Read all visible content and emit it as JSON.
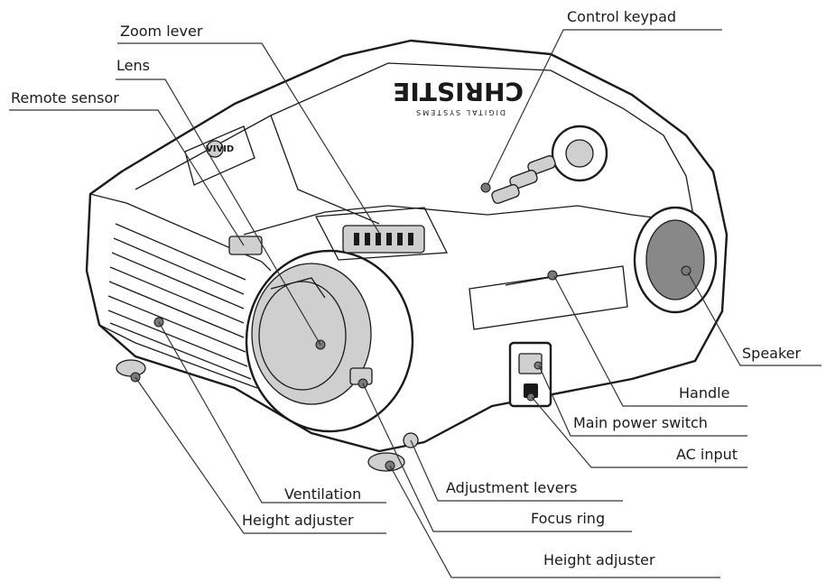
{
  "labels": {
    "control_keypad": "Control keypad",
    "zoom_lever": "Zoom lever",
    "lens": "Lens",
    "remote_sensor": "Remote sensor",
    "speaker": "Speaker",
    "handle": "Handle",
    "main_power_switch": "Main power switch",
    "ac_input": "AC input",
    "adjustment_levers": "Adjustment levers",
    "ventilation": "Ventilation",
    "focus_ring": "Focus ring",
    "height_adjuster_left": "Height adjuster",
    "height_adjuster_right": "Height adjuster"
  },
  "branding": {
    "logo_text": "CHRISTIE",
    "logo_subtext": "DIGITAL SYSTEMS",
    "badge_text": "VIVID"
  }
}
